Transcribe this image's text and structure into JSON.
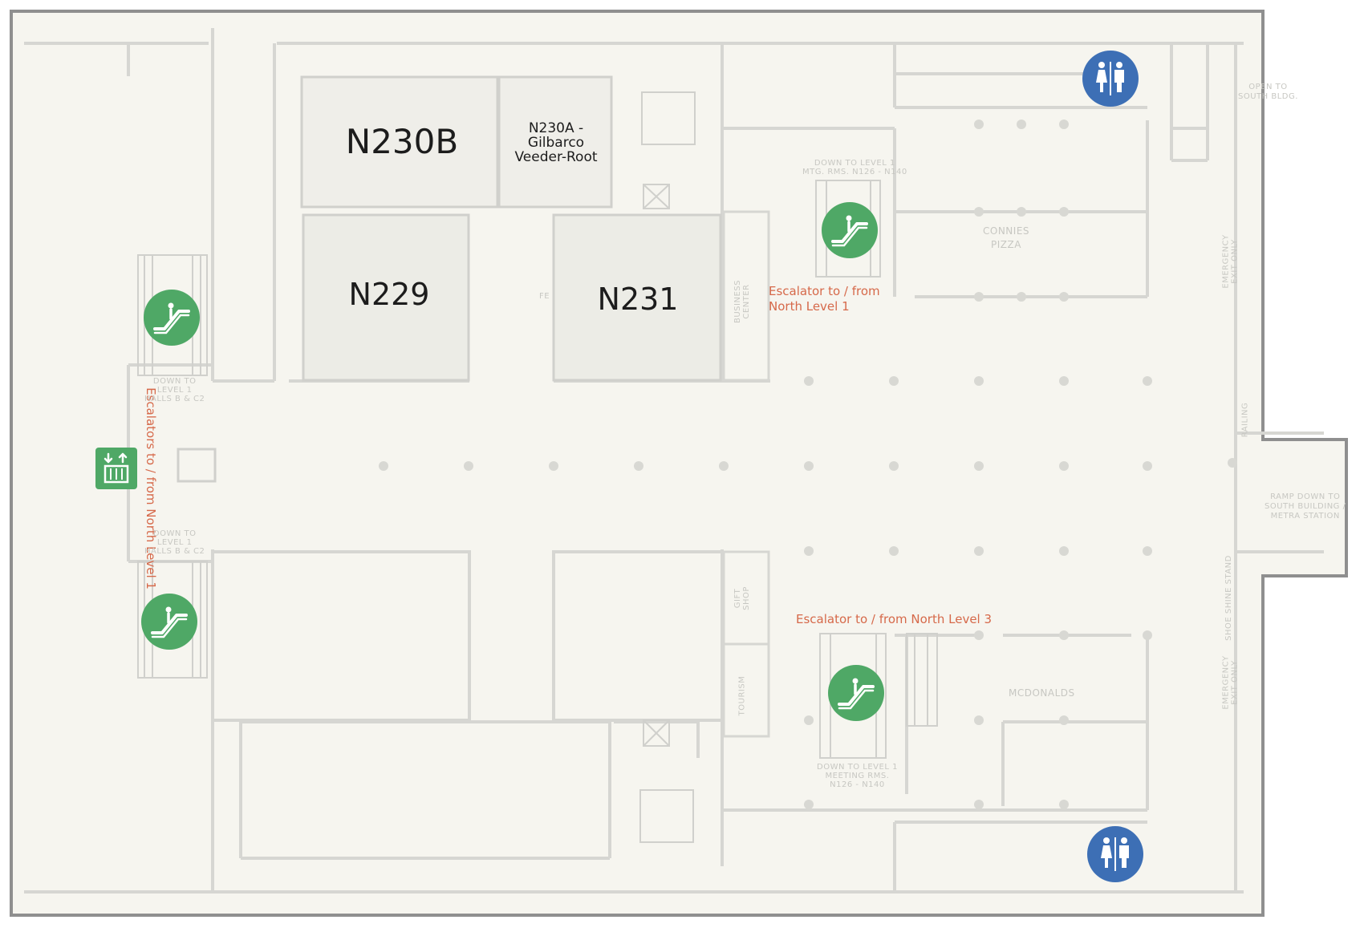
{
  "rooms": {
    "n230b": "N230B",
    "n230a": "N230A -\nGilbarco\nVeeder-Root",
    "n229": "N229",
    "n231": "N231"
  },
  "escalator_labels": {
    "north_level_1": "Escalator to / from\nNorth Level 1",
    "north_level_3": "Escalator to / from North Level 3",
    "west_vertical": "Escalators to / from North Level 1"
  },
  "amenities": {
    "connies_pizza": "CONNIES\nPIZZA",
    "mcdonalds": "MCDONALDS",
    "open_to_south": "OPEN TO\nSOUTH BLDG.",
    "ramp_down": "RAMP DOWN TO\nSOUTH BUILDING /\nMETRA STATION",
    "down_level1_top": "DOWN TO LEVEL 1\nMTG. RMS. N126 - N140",
    "down_level1_bottom": "DOWN TO LEVEL 1\nMEETING RMS.\nN126 - N140",
    "business_center": "BUSINESS\nCENTER",
    "gift_shop": "GIFT\nSHOP",
    "tourism": "TOURISM",
    "emergency_exit_top": "EMERGENCY\nEXIT ONLY",
    "emergency_exit_bottom": "EMERGENCY\nEXIT ONLY",
    "shoe_shine": "SHOE SHINE STAND",
    "railing": "RAILING",
    "down_to_halls_top": "DOWN TO\nLEVEL 1\nHALLS B & C2",
    "down_to_halls_bottom": "DOWN TO\nLEVEL 1\nHALLS B & C2",
    "fe": "FE"
  },
  "icons": {
    "escalator": "escalator-icon",
    "restroom": "restroom-icon",
    "elevator": "elevator-icon"
  },
  "colors": {
    "background": "#f6f5ef",
    "wall": "#d3d3cf",
    "room_fill": "#ececE6",
    "escalator_green": "#4fa866",
    "restroom_blue": "#3d6fb5",
    "accent_orange": "#d6694a",
    "border": "#8f8f8f"
  }
}
